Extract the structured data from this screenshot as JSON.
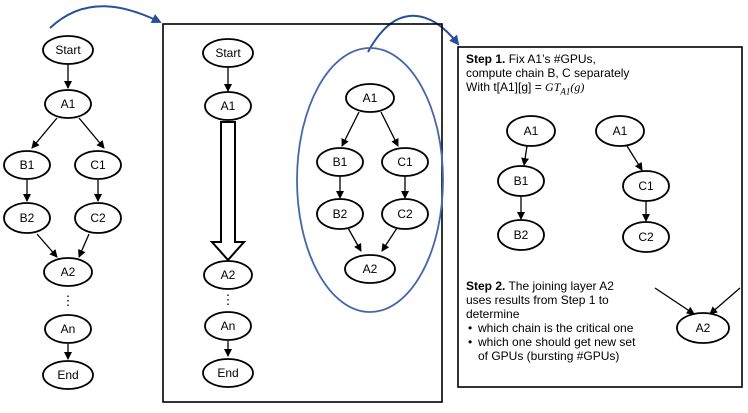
{
  "colors": {
    "arc": "#2a4f9a",
    "ellipse_outline": "#4466aa",
    "stroke": "#000000"
  },
  "left_graph": {
    "nodes": {
      "start": "Start",
      "a1": "A1",
      "b1": "B1",
      "c1": "C1",
      "b2": "B2",
      "c2": "C2",
      "a2": "A2",
      "an": "An",
      "end": "End"
    },
    "ellipsis": "⋮"
  },
  "middle_graph": {
    "nodes": {
      "start": "Start",
      "a1": "A1",
      "a2": "A2",
      "an": "An",
      "end": "End"
    },
    "ellipsis": "⋮"
  },
  "subgraph": {
    "nodes": {
      "a1": "A1",
      "b1": "B1",
      "c1": "C1",
      "b2": "B2",
      "c2": "C2",
      "a2": "A2"
    }
  },
  "step1": {
    "heading": "Step 1.",
    "line1": " Fix A1’s #GPUs,",
    "line2": "compute chain B, C separately",
    "line3_prefix": "With t[A1][g] = ",
    "formula": "GT",
    "formula_sub": "A1",
    "formula_suffix": "(g)",
    "chain_b": {
      "a1": "A1",
      "b1": "B1",
      "b2": "B2"
    },
    "chain_c": {
      "a1": "A1",
      "c1": "C1",
      "c2": "C2"
    }
  },
  "step2": {
    "heading": "Step 2.",
    "line1": " The joining layer A2",
    "line2": "uses results from Step 1 to",
    "line3": "determine",
    "bullet1": "which chain is the critical one",
    "bullet2": "which one should get new set",
    "bullet2_cont": "of GPUs (bursting #GPUs)",
    "node": "A2"
  }
}
